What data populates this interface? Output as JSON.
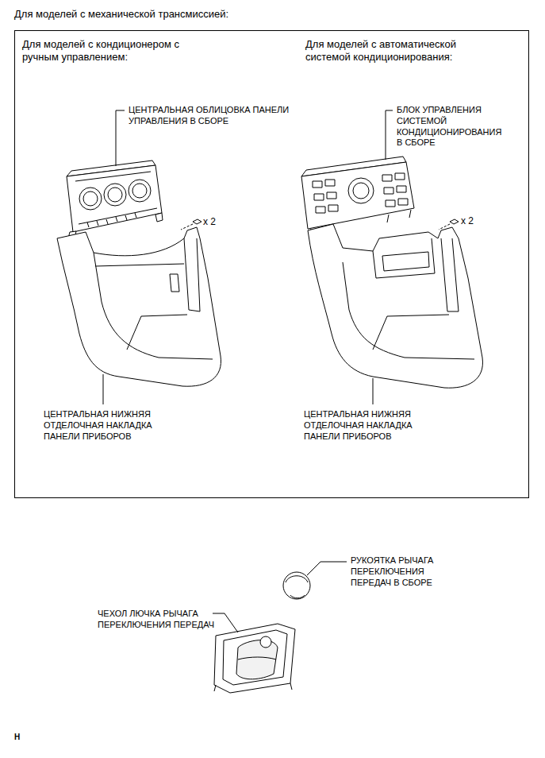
{
  "diagram": {
    "title": "Для моделей с механической трансмиссией:",
    "nodes": [
      {
        "text": [
          "Для моделей с кондиционером с ручным управлением:",
          "Для моделей с автоматической системой кондиционирования:"
        ]
      }
    ],
    "labels": [
      "ЦЕНТРАЛЬНАЯ ОБЛИЦОВКА ПАНЕЛИ УПРАВЛЕНИЯ В СБОРЕ",
      "x 2",
      "ЦЕНТРАЛЬНАЯ НИЖНЯЯ ОТДЕЛОЧНАЯ НАКЛАДКА ПАНЕЛИ ПРИБОРОВ",
      "БЛОК УПРАВЛЕНИЯ СИСТЕМОЙ КОНДИЦИОНИРОВАНИЯ В СБОРЕ",
      "x 2",
      "ЦЕНТРАЛЬНАЯ НИЖНЯЯ ОТДЕЛОЧНАЯ НАКЛАДКА ПАНЕЛИ ПРИБОРОВ",
      "РУКОЯТКА РЫЧАГА ПЕРЕКЛЮЧЕНИЯ ПЕРЕДАЧ В СБОРЕ",
      "ЧЕХОЛ ЛЮЧКА РЫЧАГА ПЕРЕКЛЮЧЕНИЯ ПЕРЕДАЧ",
      "H"
    ]
  }
}
